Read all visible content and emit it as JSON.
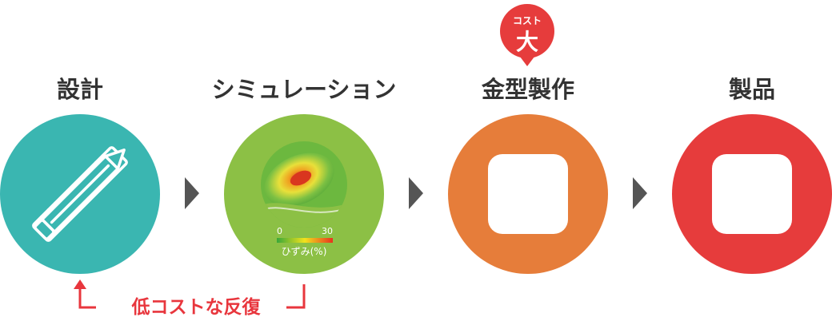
{
  "stages": [
    {
      "title": "設計",
      "color": "#3ab6b1",
      "icon": "ruler-pencil-icon"
    },
    {
      "title": "シミュレーション",
      "color": "#8cc045",
      "icon": "strain-heatmap"
    },
    {
      "title": "金型製作",
      "color": "#e67d3a",
      "icon": "square-icon"
    },
    {
      "title": "製品",
      "color": "#e63c3c",
      "icon": "square-icon"
    }
  ],
  "simulation_scale": {
    "min": "0",
    "max": "30",
    "label": "ひずみ(%)"
  },
  "cost_badge": {
    "small": "コスト",
    "big": "大",
    "color": "#e63c3c"
  },
  "loop": {
    "label": "低コストな反復",
    "color": "#e8363d"
  },
  "arrow_color": "#555555"
}
